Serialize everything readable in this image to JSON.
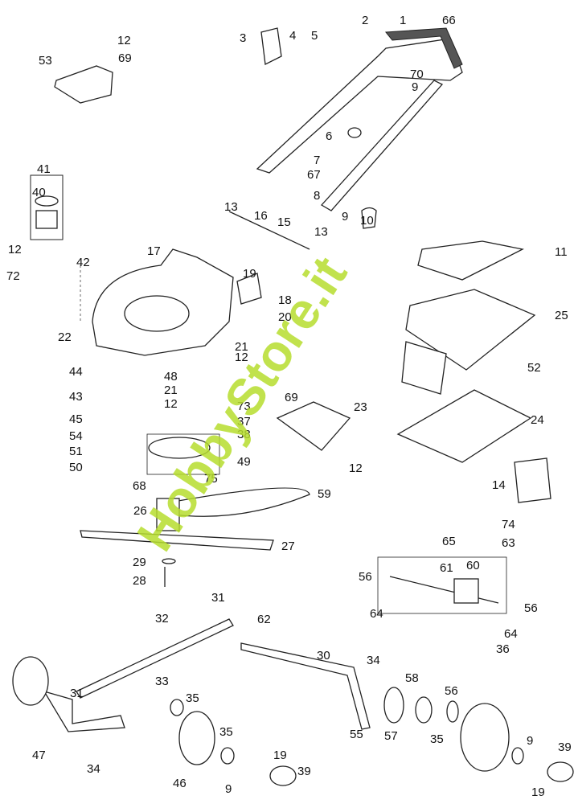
{
  "watermark": "HobbyStore.it",
  "labels": [
    "12",
    "53",
    "69",
    "3",
    "4",
    "5",
    "2",
    "1",
    "66",
    "70",
    "9",
    "6",
    "7",
    "67",
    "8",
    "9",
    "10",
    "41",
    "40",
    "12",
    "42",
    "72",
    "13",
    "16",
    "15",
    "13",
    "11",
    "17",
    "19",
    "18",
    "20",
    "25",
    "22",
    "21",
    "12",
    "44",
    "48",
    "21",
    "43",
    "12",
    "73",
    "69",
    "23",
    "37",
    "38",
    "52",
    "45",
    "54",
    "51",
    "50",
    "49",
    "75",
    "24",
    "12",
    "68",
    "59",
    "14",
    "26",
    "27",
    "74",
    "63",
    "65",
    "61",
    "60",
    "56",
    "56",
    "29",
    "28",
    "31",
    "64",
    "64",
    "32",
    "62",
    "30",
    "33",
    "34",
    "36",
    "31",
    "58",
    "56",
    "35",
    "35",
    "47",
    "34",
    "55",
    "57",
    "35",
    "9",
    "39",
    "46",
    "19",
    "9",
    "39",
    "19"
  ]
}
